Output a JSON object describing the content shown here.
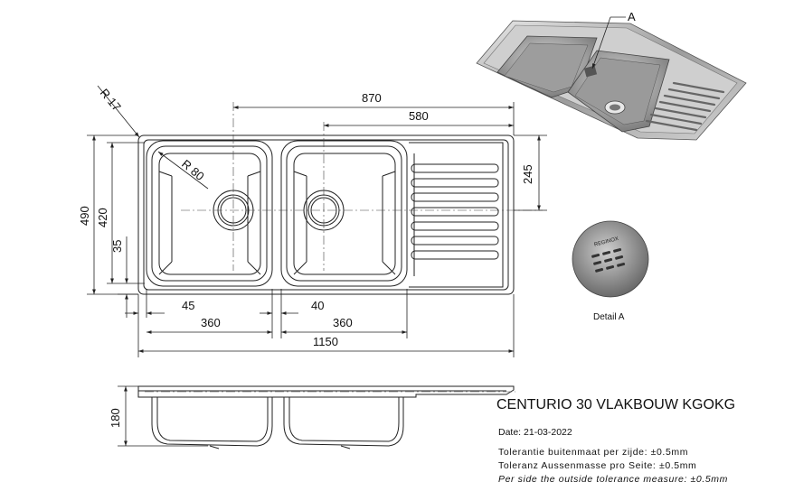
{
  "drawing": {
    "title": "CENTURIO 30 VLAKBOUW KGOKG",
    "date": "Date: 21-03-2022",
    "tolerances": [
      "Tolerantie buitenmaat per zijde: ±0.5mm",
      "Toleranz Aussenmasse pro Seite: ±0.5mm",
      "Per side the outside tolerance measure: ±0.5mm"
    ],
    "detail_label": "Detail A",
    "callout_label": "A",
    "logo_text": "REGINOX"
  },
  "dimensions": {
    "width_total": "1150",
    "depth_total": "490",
    "inner_depth": "420",
    "rim_offset": "35",
    "bowl_left_width": "360",
    "bowl_right_width": "360",
    "left_margin": "45",
    "bowl_gap": "40",
    "overall_870": "870",
    "drain_580": "580",
    "drain_245": "245",
    "corner_radius_outer": "R 17",
    "corner_radius_bowl": "R 80",
    "height_180": "180"
  },
  "colors": {
    "line": "#222222",
    "background": "#ffffff",
    "render_metal": "#b5b5b5"
  }
}
